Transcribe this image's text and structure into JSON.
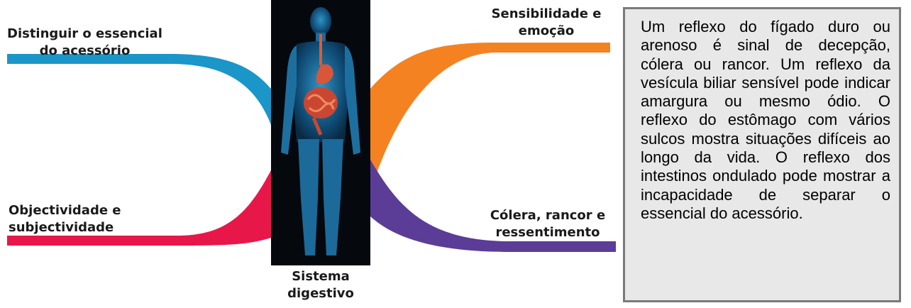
{
  "colors": {
    "blue": "#1a96c8",
    "orange": "#f58220",
    "red": "#e8174a",
    "purple": "#5b3c96",
    "panel_bg": "#05080d",
    "textbox_bg": "#e8e8e8",
    "textbox_border": "#7a7a7a"
  },
  "labels": {
    "top_left": "Distinguir o essencial\ndo acessório",
    "bottom_left": "Objectividade e\nsubjectividade",
    "top_right": "Sensibilidade e\nemoção",
    "bottom_right": "Cólera, rancor e\nressentimento",
    "center": "Sistema\ndigestivo"
  },
  "description": "Um reflexo do fígado duro ou arenoso é sinal de decepção, cólera ou rancor. Um reflexo da vesícula biliar sensível pode indicar amargura ou mesmo ódio. O reflexo do estômago com vários sulcos mostra situações difíceis ao longo da vida. O reflexo dos intestinos ondulado pode mostrar a incapacidade de separar o essencial do acessório.",
  "icons": {
    "body": "human-body-digestive-system-icon"
  }
}
